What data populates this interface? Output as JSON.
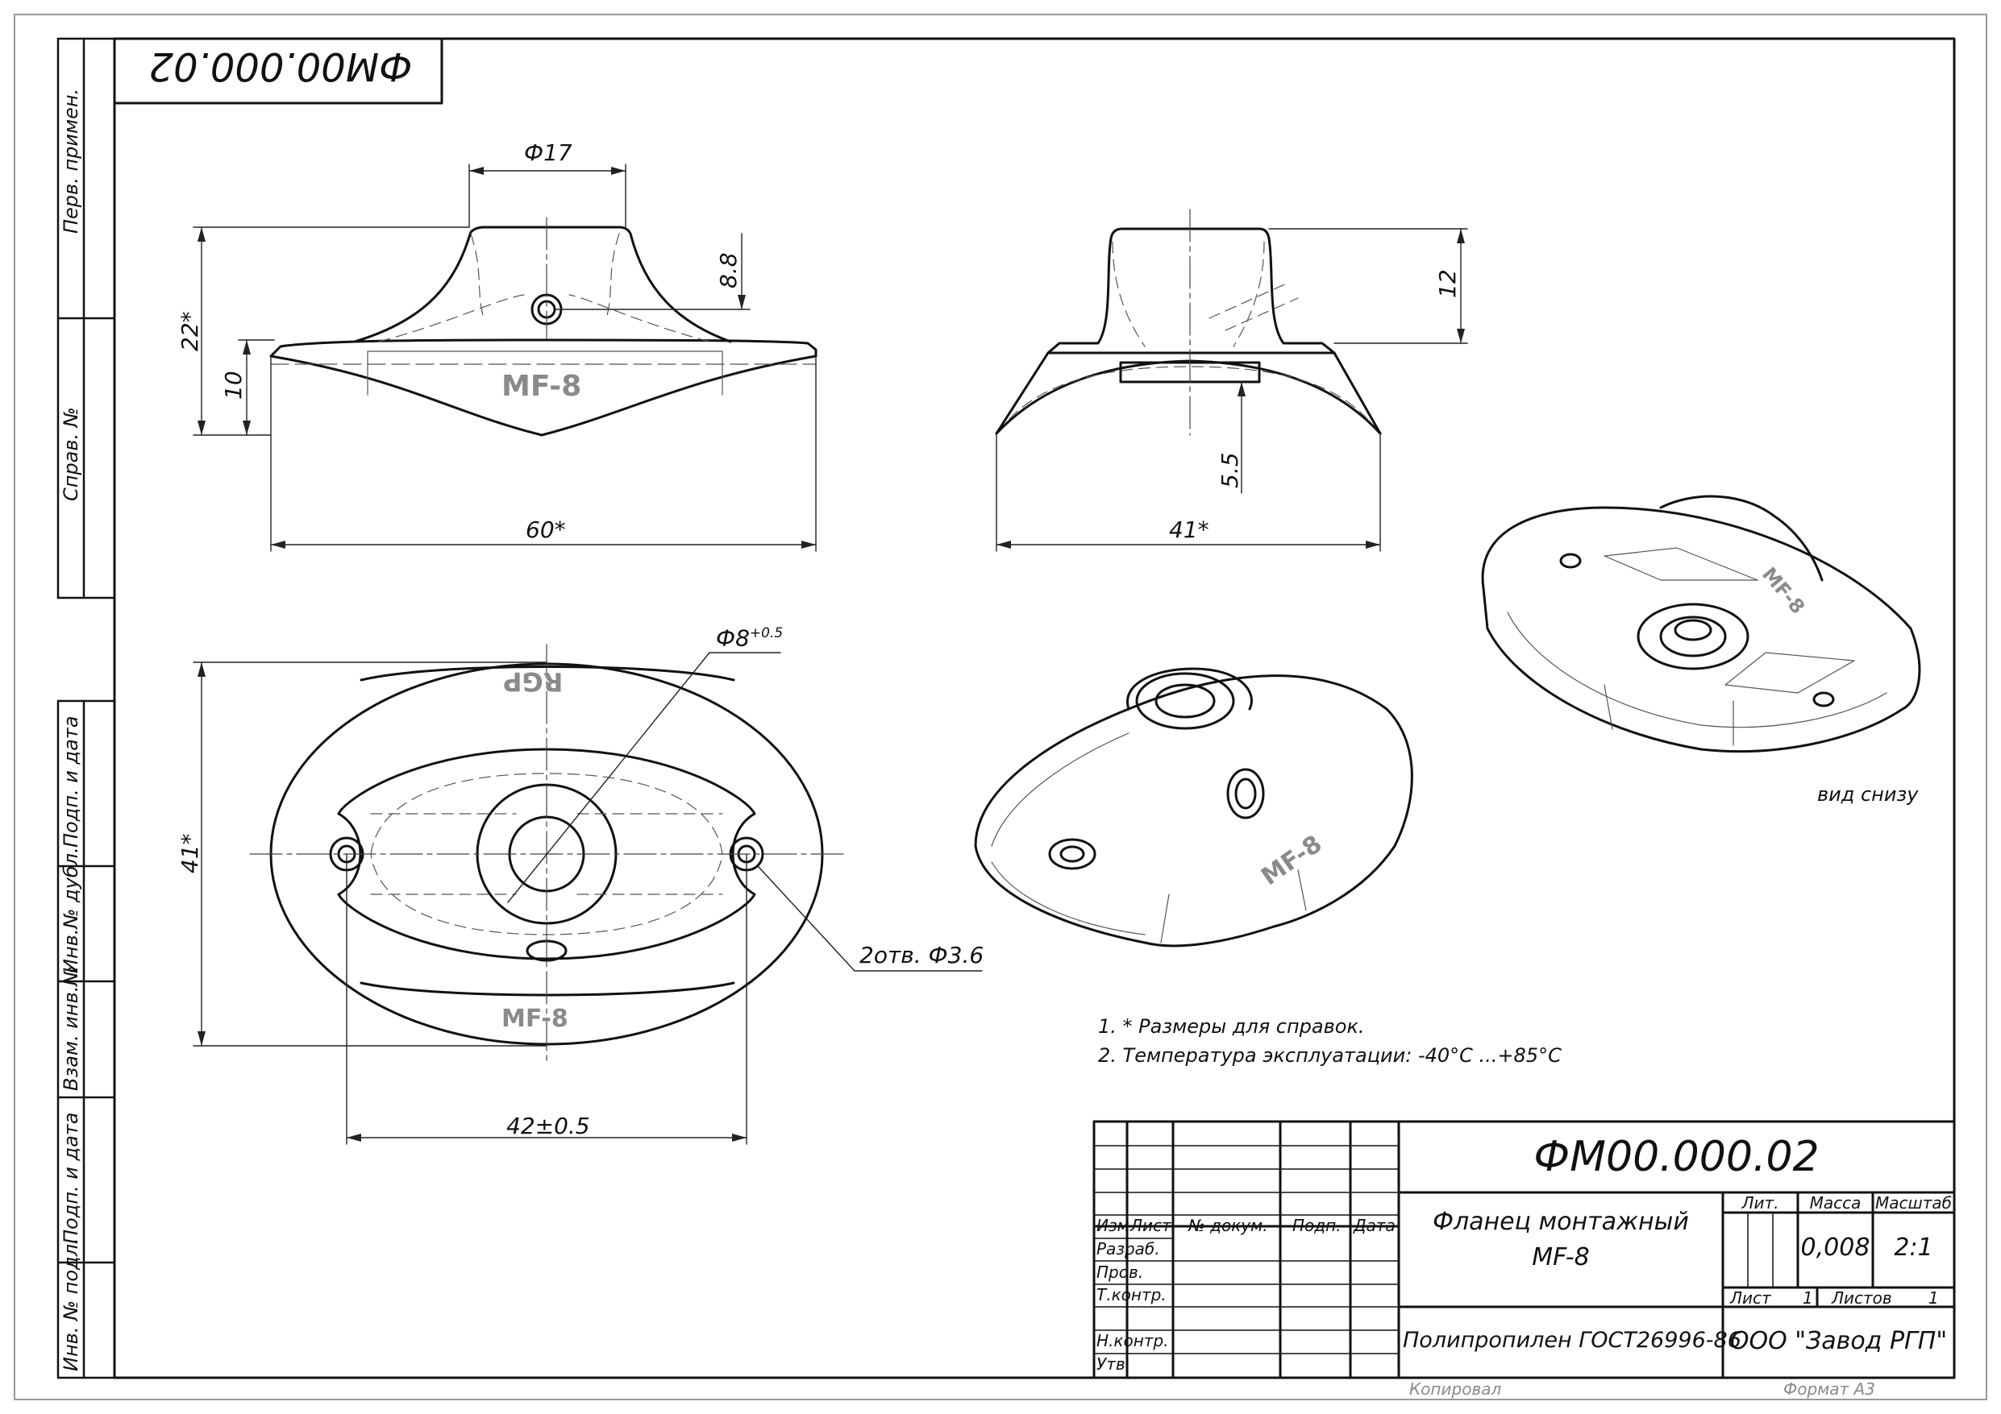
{
  "document": {
    "code": "ФМ00.000.02",
    "code_mirrored": "ФМ00.000.02",
    "name_line1": "Фланец монтажный",
    "name_line2": "MF-8",
    "material": "Полипропилен ГОСТ26996-86",
    "organization": "ООО \"Завод РГП\"",
    "mass": "0,008",
    "scale": "2:1",
    "sheet_label": "Лист",
    "sheet_value": "1",
    "sheets_label": "Листов",
    "sheets_value": "1",
    "lit_label": "Лит.",
    "mass_label": "Масса",
    "scale_label": "Масштаб"
  },
  "title_block_header": {
    "izm": "Изм",
    "list": "Лист",
    "doc": "№ докум.",
    "sign": "Подп.",
    "date": "Дата"
  },
  "title_block_roles": {
    "razrab": "Разраб.",
    "prov": "Пров.",
    "tkontr": "Т.контр.",
    "nkontr": "Н.контр.",
    "utv": "Утв."
  },
  "side_stamp": {
    "perv_primen": "Перв. примен.",
    "sprav_no": "Справ. №",
    "podp_data_1": "Подп. и дата",
    "inv_dubl": "Инв.№ дубл.",
    "vzam_inv": "Взам. инв.№",
    "podp_data_2": "Подп. и дата",
    "inv_podl": "Инв. № подл."
  },
  "dimensions": {
    "d17": "Ф17",
    "d88": "8.8",
    "d22": "22*",
    "d10": "10",
    "d60": "60*",
    "d12": "12",
    "d55": "5.5",
    "d41_side": "41*",
    "d8_main": "Ф8",
    "d8_tol": "+0.5",
    "d41_top": "41*",
    "holes": "2отв. Ф3.6",
    "d42": "42±0.5"
  },
  "part_marks": {
    "mf8_front": "MF-8",
    "mf8_top": "MF-8",
    "rgp_top": "RGP",
    "mf8_iso": "MF-8",
    "mf8_bottom": "MF-8"
  },
  "labels": {
    "bottom_view": "вид снизу"
  },
  "notes": [
    "1.  * Размеры для справок.",
    "2. Температура эксплуатации: -40°C ...+85°C"
  ],
  "footer": {
    "copied": "Копировал",
    "format": "Формат А3"
  }
}
